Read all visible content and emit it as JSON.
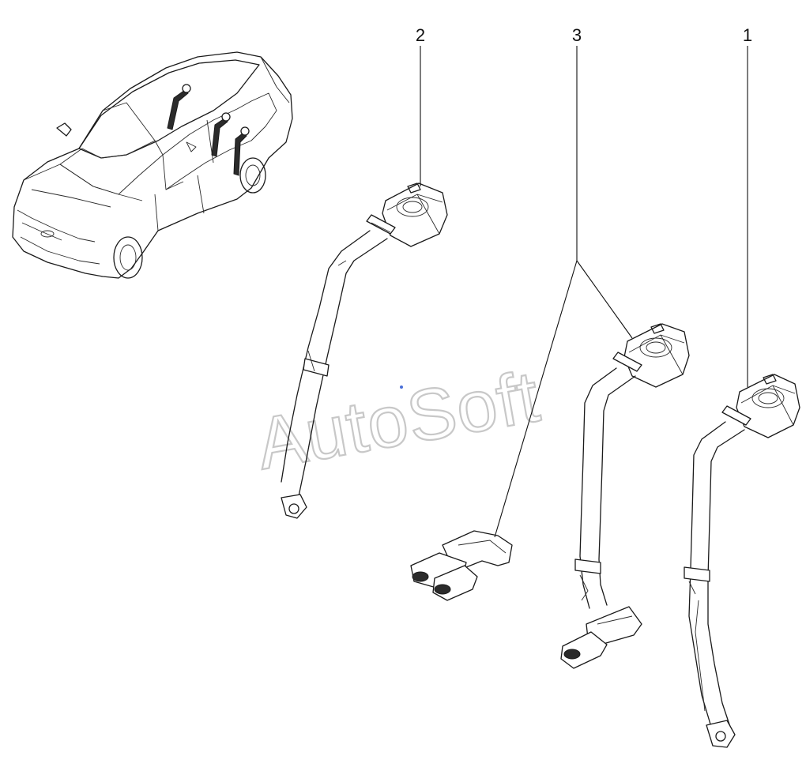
{
  "callouts": [
    {
      "id": "part-1",
      "label": "1"
    },
    {
      "id": "part-2",
      "label": "2"
    },
    {
      "id": "part-3",
      "label": "3"
    }
  ],
  "watermark": "AutoSoft",
  "colors": {
    "line": "#1a1a1a",
    "watermark": "#c8c8c8",
    "background": "#ffffff"
  }
}
